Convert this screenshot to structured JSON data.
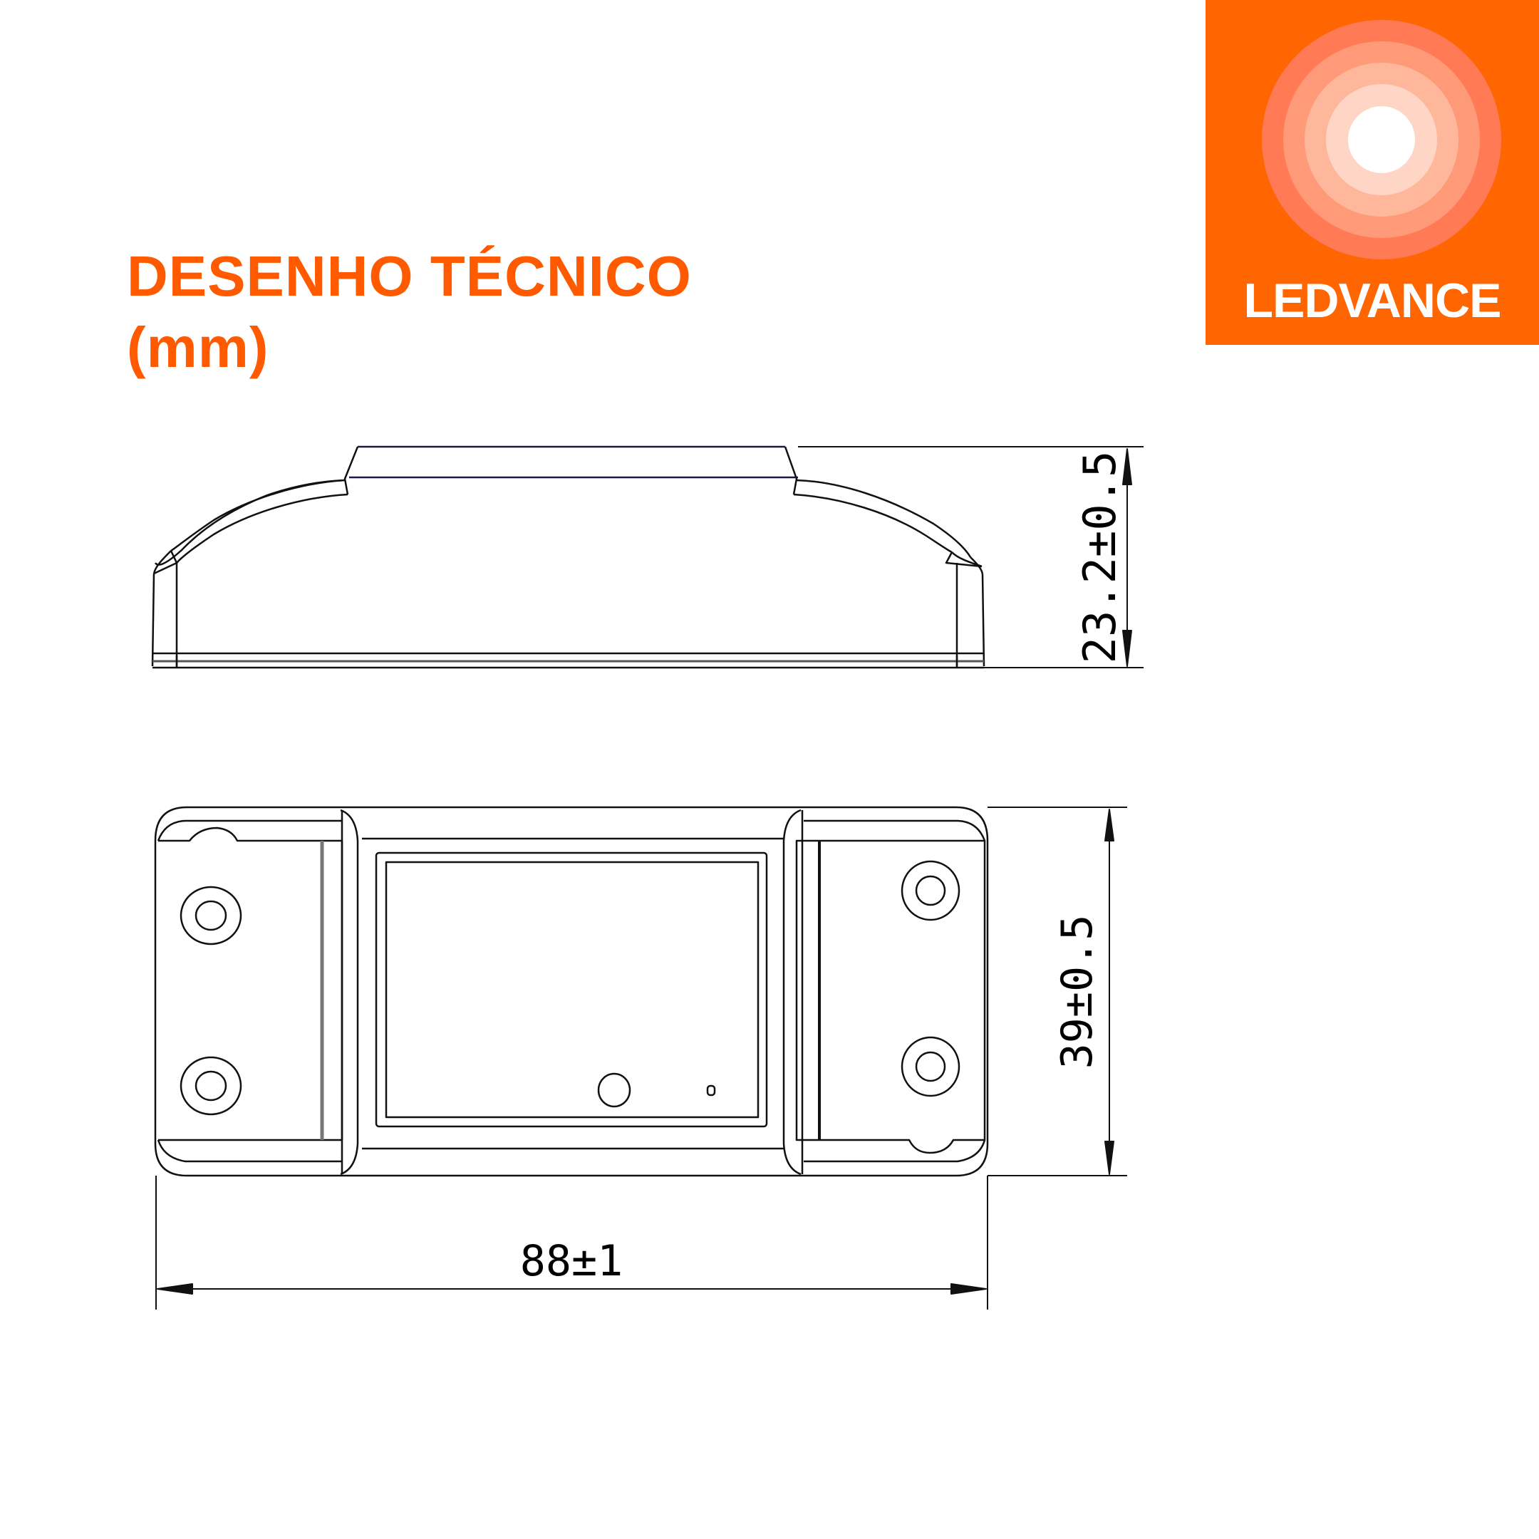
{
  "title": {
    "line1": "DESENHO TÉCNICO",
    "line2": "(mm)"
  },
  "logo": {
    "brand": "LEDVANCE",
    "background_color": "#ff6500",
    "rings": [
      "#ff7a55",
      "#ff9a78",
      "#ffb79b",
      "#ffd6c6",
      "#ffffff"
    ]
  },
  "side_view": {
    "height_dimension": "23.2±0.5"
  },
  "top_view": {
    "width_dimension": "39±0.5",
    "length_dimension": "88±1"
  },
  "colors": {
    "accent": "#ff5a00",
    "line": "#111111"
  }
}
